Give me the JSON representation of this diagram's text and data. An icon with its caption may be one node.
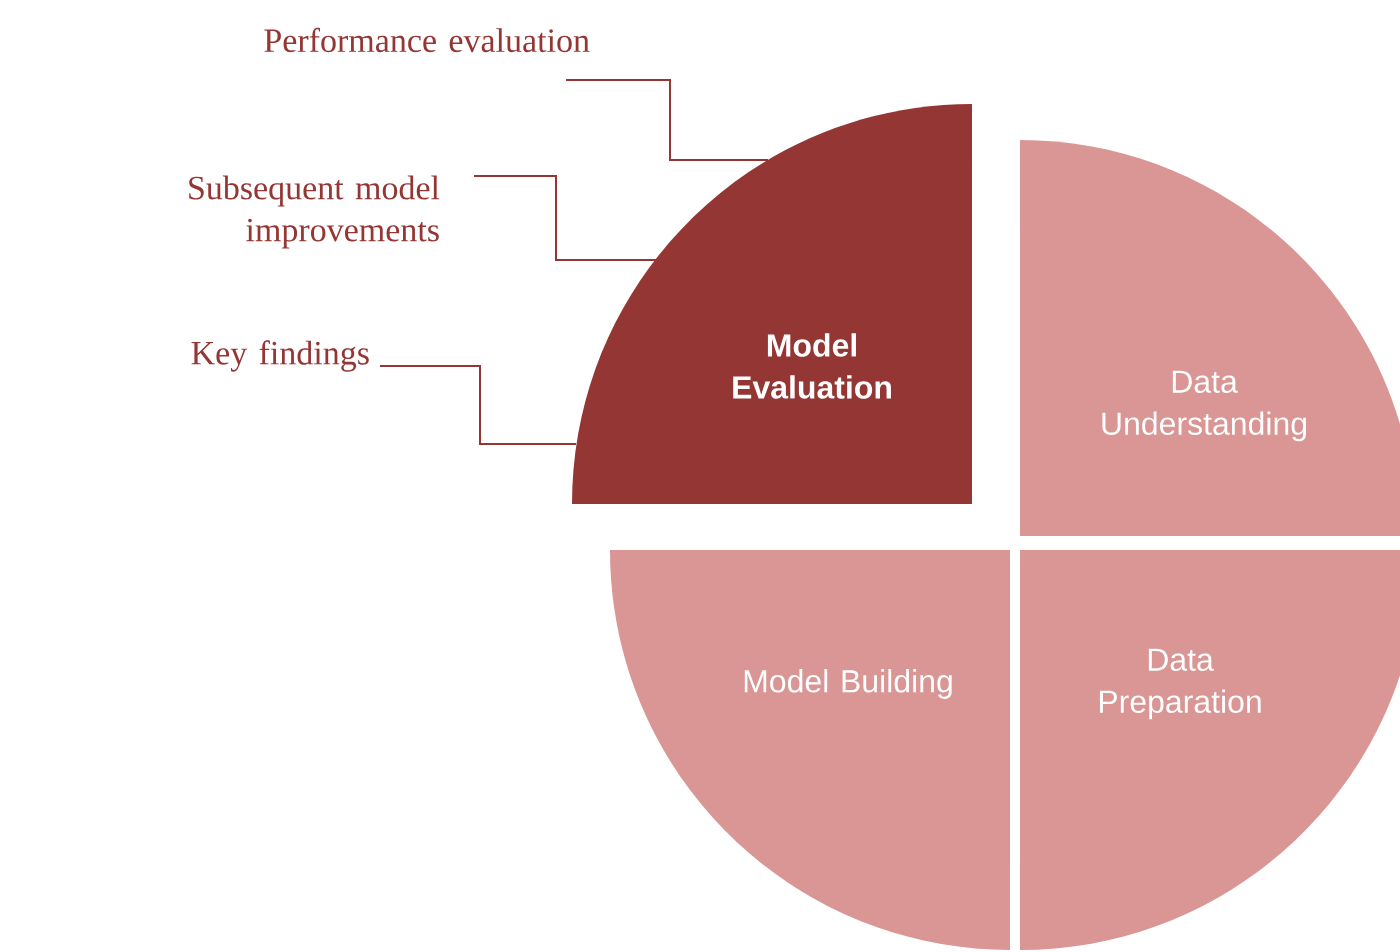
{
  "diagram": {
    "nodes": [
      {
        "text": [
          "Performance evaluation"
        ]
      },
      {
        "text": [
          "Subsequent model improvements"
        ]
      },
      {
        "text": [
          "Key findings"
        ]
      },
      {
        "text": [
          "Model Evaluation"
        ]
      },
      {
        "text": [
          "Data Understanding"
        ]
      },
      {
        "text": [
          "Model Building"
        ]
      },
      {
        "text": [
          "Data Preparation"
        ]
      }
    ],
    "edges": [
      {
        "from": 0,
        "to": 3,
        "arrow": "none"
      },
      {
        "from": 1,
        "to": 3,
        "arrow": "none"
      },
      {
        "from": 2,
        "to": 3,
        "arrow": "none"
      }
    ]
  }
}
